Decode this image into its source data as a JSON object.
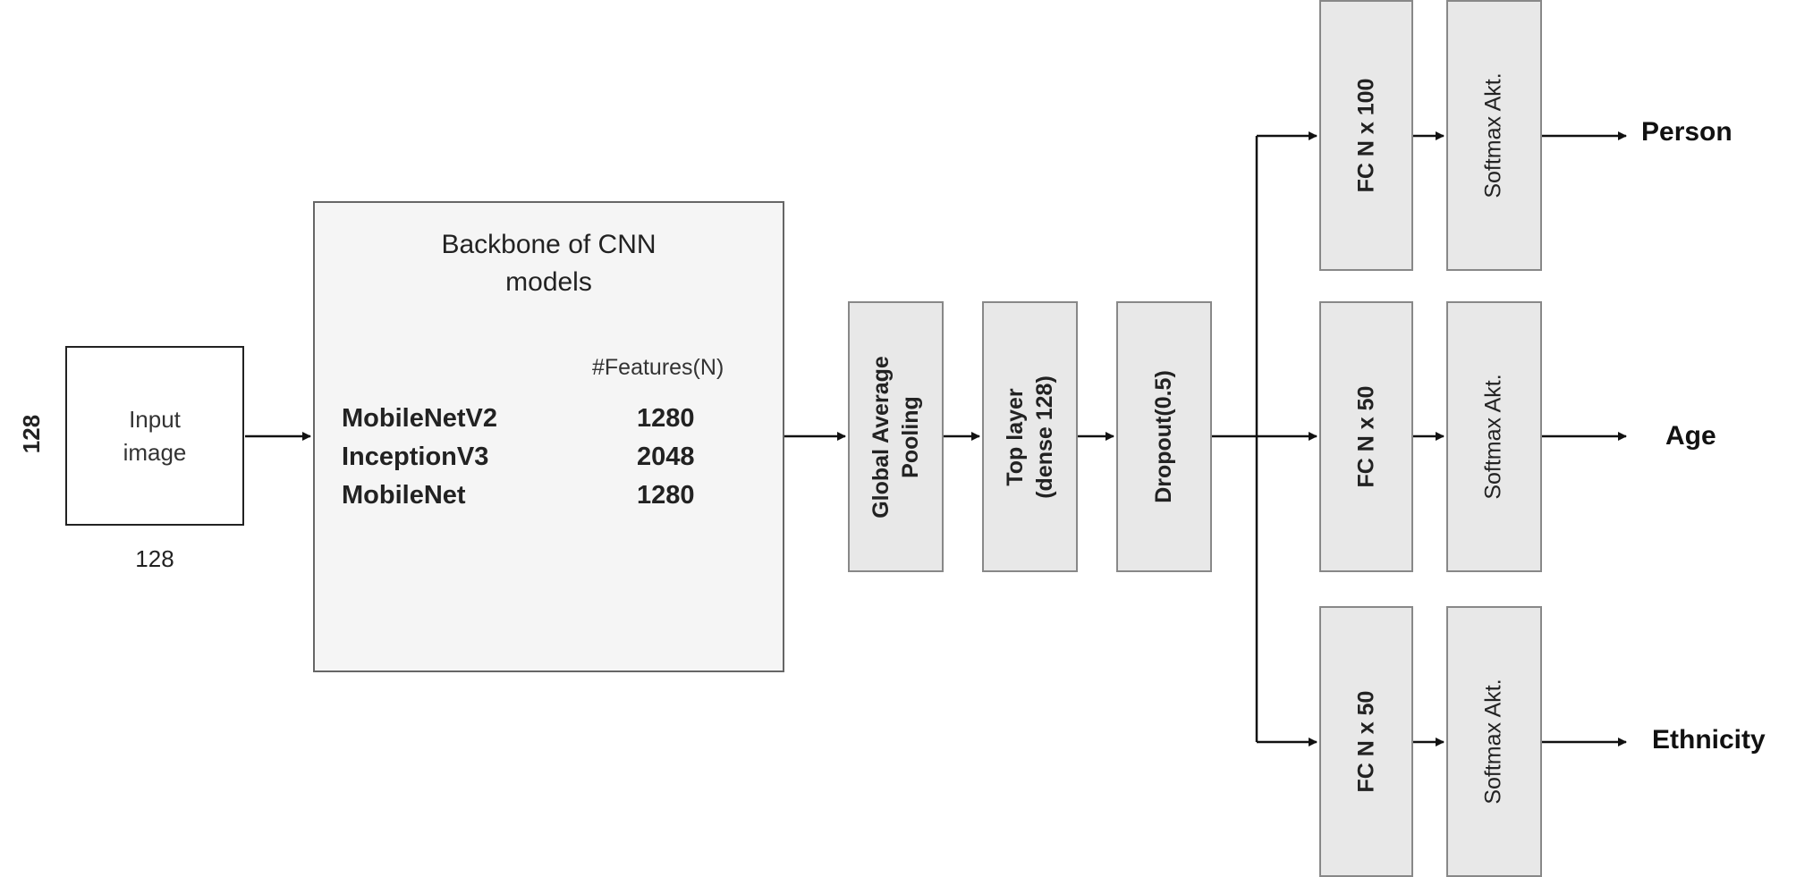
{
  "input": {
    "label": "Input\nimage",
    "height_label": "128",
    "width_label": "128"
  },
  "backbone": {
    "title": "Backbone of CNN\nmodels",
    "feature_header": "#Features(N)",
    "models": [
      {
        "name": "MobileNetV2",
        "features": "1280"
      },
      {
        "name": "InceptionV3",
        "features": "2048"
      },
      {
        "name": "MobileNet",
        "features": "1280"
      }
    ]
  },
  "pipeline": {
    "gap": "Global Average\nPooling",
    "top": "Top layer\n(dense 128)",
    "dropout": "Dropout(0.5)"
  },
  "heads": [
    {
      "fc": "FC N x 100",
      "softmax": "Softmax Akt.",
      "output": "Person"
    },
    {
      "fc": "FC N x 50",
      "softmax": "Softmax Akt.",
      "output": "Age"
    },
    {
      "fc": "FC N x 50",
      "softmax": "Softmax Akt.",
      "output": "Ethnicity"
    }
  ]
}
